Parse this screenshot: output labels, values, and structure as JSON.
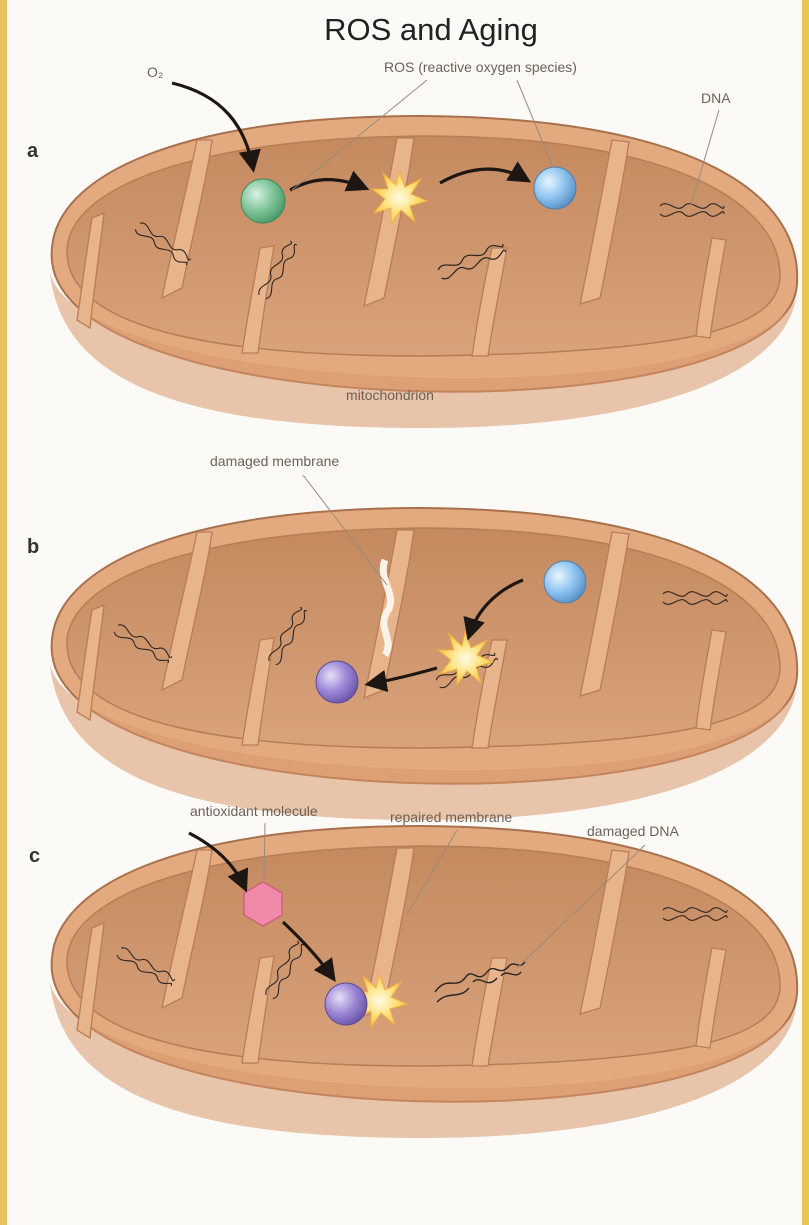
{
  "title": "ROS and Aging",
  "panels": [
    {
      "letter": "a",
      "labels": {
        "o2": "O₂",
        "ros": "ROS (reactive oxygen species)",
        "dna": "DNA",
        "mitochondrion": "mitochondrion"
      }
    },
    {
      "letter": "b",
      "labels": {
        "damaged_membrane": "damaged membrane"
      }
    },
    {
      "letter": "c",
      "labels": {
        "antioxidant": "antioxidant molecule",
        "repaired_membrane": "repaired membrane",
        "damaged_dna": "damaged DNA"
      }
    }
  ],
  "colors": {
    "background_border": "#e9c45a",
    "mito_outer": "#e2a77e",
    "mito_inner": "#c98e69",
    "oxygen_molecule": "#7fc49a",
    "ros_molecule": "#8fc4f0",
    "damaged_molecule": "#9b86d6",
    "antioxidant_molecule": "#f08aa8",
    "burst": "#fdd865"
  }
}
